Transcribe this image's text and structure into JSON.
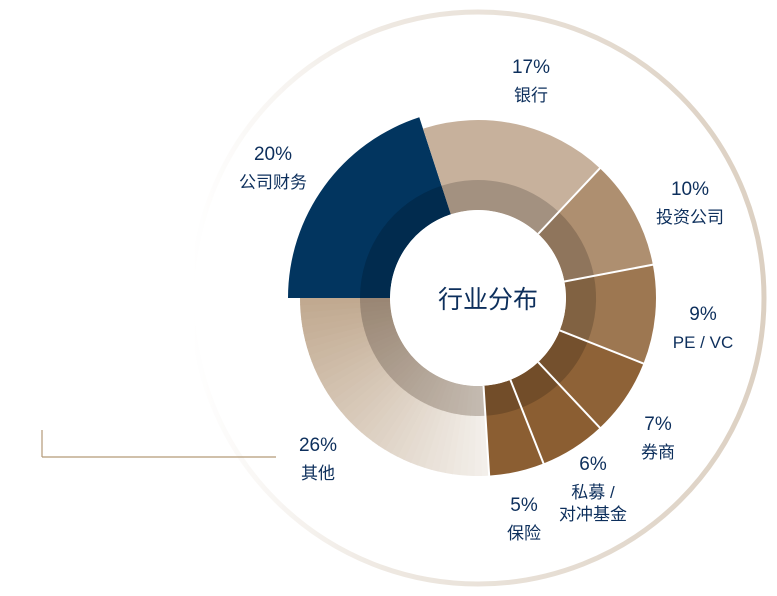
{
  "chart_data": {
    "type": "pie",
    "title": "行业分布",
    "slices": [
      {
        "pct_label": "20%",
        "name_lines": [
          "公司财务"
        ],
        "value": 20
      },
      {
        "pct_label": "17%",
        "name_lines": [
          "银行"
        ],
        "value": 17
      },
      {
        "pct_label": "10%",
        "name_lines": [
          "投资公司"
        ],
        "value": 10
      },
      {
        "pct_label": "9%",
        "name_lines": [
          "PE / VC"
        ],
        "value": 9
      },
      {
        "pct_label": "7%",
        "name_lines": [
          "券商"
        ],
        "value": 7
      },
      {
        "pct_label": "6%",
        "name_lines": [
          "私募 /",
          "对冲基金"
        ],
        "value": 6
      },
      {
        "pct_label": "5%",
        "name_lines": [
          "保险"
        ],
        "value": 5
      },
      {
        "pct_label": "26%",
        "name_lines": [
          "其他"
        ],
        "value": 26
      }
    ],
    "colors": {
      "highlight": "#02355f",
      "highlight_inner": "#012b4e",
      "gold_dark": "#8b5e32",
      "gold_light": "#e3d9cf",
      "other_light": "#f3efea",
      "divider": "#ffffff",
      "text": "#0d2f5c",
      "outer_ring": "#e6dfd6",
      "accent_line": "#b49a78"
    }
  }
}
